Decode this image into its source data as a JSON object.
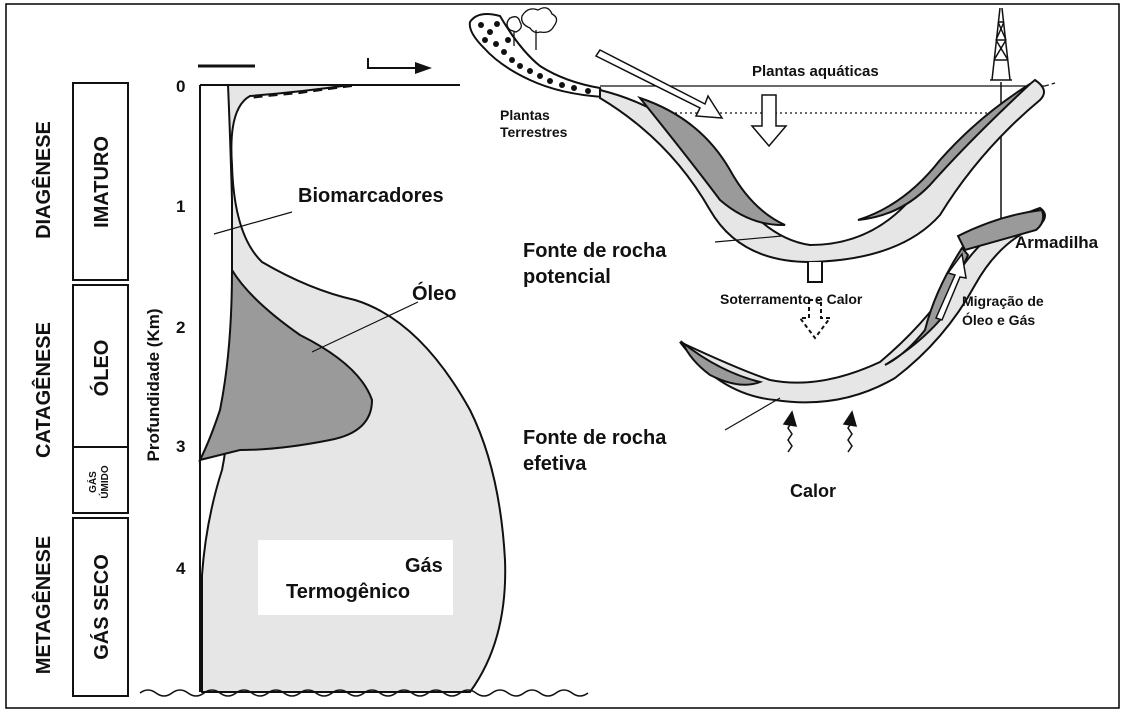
{
  "stages": {
    "diagenese": "DIAGÊNESE",
    "catagenese": "CATAGÊNESE",
    "metagenese": "METAGÊNESE"
  },
  "zones": {
    "imaturo": "IMATURO",
    "oleo": "ÓLEO",
    "gas_umido_1": "GÁS",
    "gas_umido_2": "ÚMIDO",
    "gas_seco": "GÁS SECO"
  },
  "axis": {
    "ylabel": "Profundidade (Km)",
    "ticks": [
      "0",
      "1",
      "2",
      "3",
      "4"
    ]
  },
  "curve_labels": {
    "biomarcadores": "Biomarcadores",
    "oleo": "Óleo",
    "gas_1": "Gás",
    "gas_2": "Termogênico"
  },
  "basin_labels": {
    "plantas_aquaticas": "Plantas aquáticas",
    "plantas_terrestres_1": "Plantas",
    "plantas_terrestres_2": "Terrestres",
    "fonte_potencial_1": "Fonte de rocha",
    "fonte_potencial_2": "potencial",
    "soterramento": "Soterramento e Calor",
    "armadilha": "Armadilha",
    "migracao_1": "Migração de",
    "migracao_2": "Óleo e Gás",
    "fonte_efetiva_1": "Fonte de rocha",
    "fonte_efetiva_2": "efetiva",
    "calor": "Calor"
  },
  "colors": {
    "light_fill": "#e6e6e6",
    "dark_fill": "#9a9a9a",
    "line": "#111111"
  }
}
